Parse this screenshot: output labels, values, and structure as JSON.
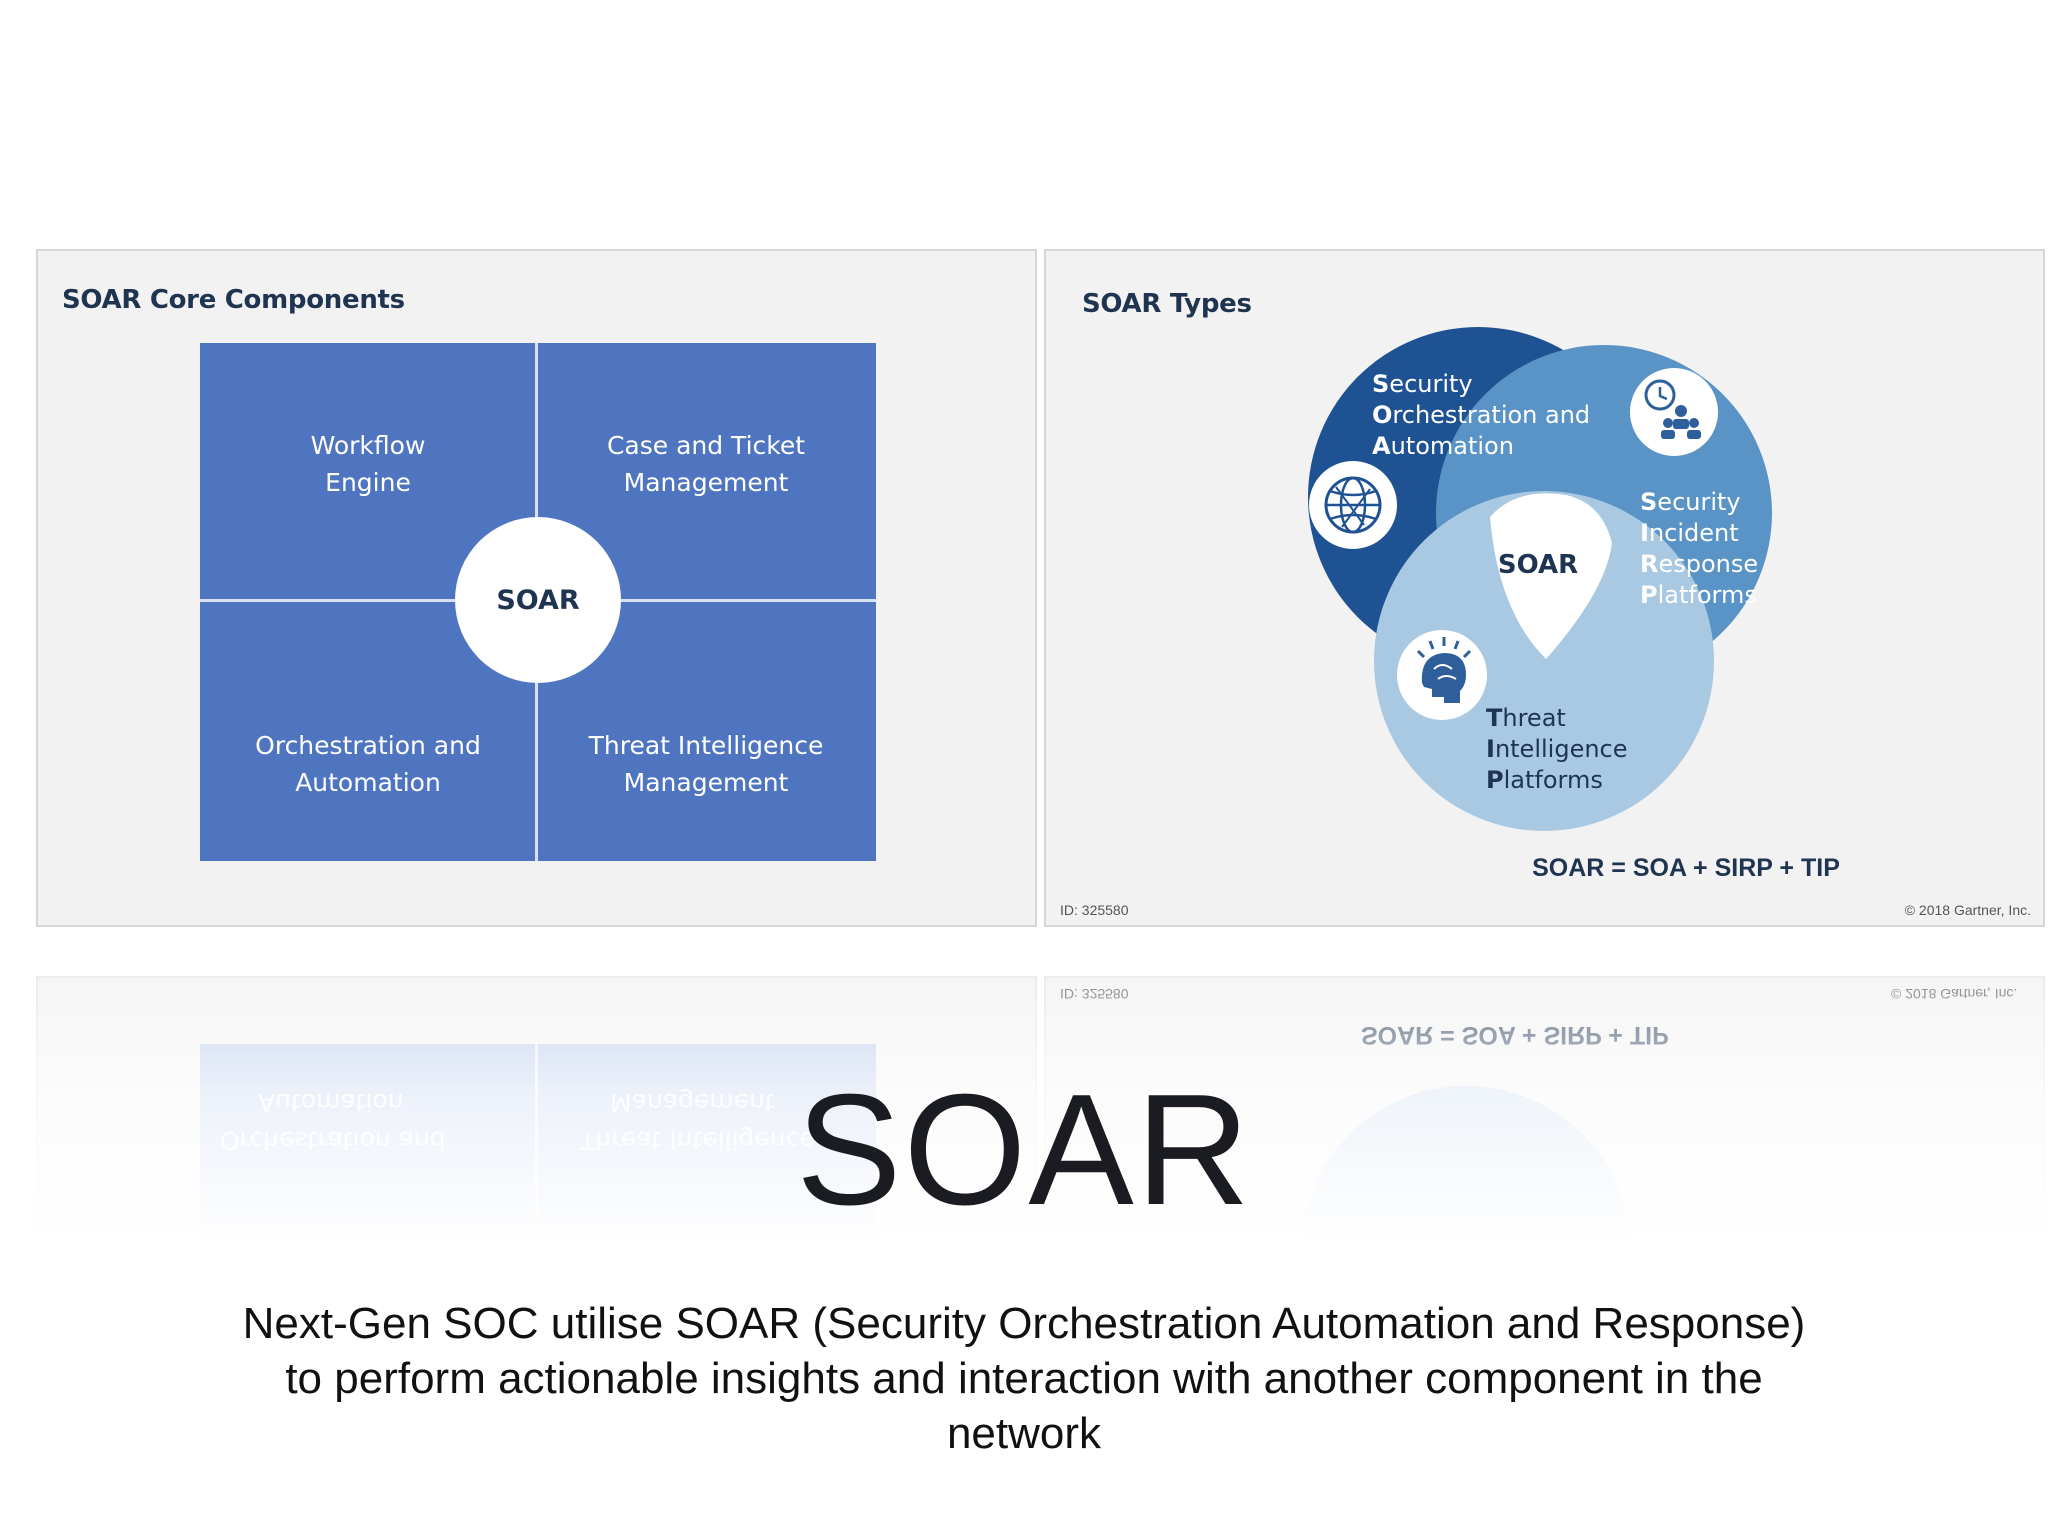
{
  "core_panel": {
    "title": "SOAR Core Components",
    "center": "SOAR",
    "quadrants": [
      {
        "line1": "Workflow",
        "line2": "Engine"
      },
      {
        "line1": "Case and Ticket",
        "line2": "Management"
      },
      {
        "line1": "Orchestration and",
        "line2": "Automation"
      },
      {
        "line1": "Threat Intelligence",
        "line2": "Management"
      }
    ]
  },
  "types_panel": {
    "title": "SOAR Types",
    "center": "SOAR",
    "soa": {
      "first_letters": [
        "S",
        "O",
        "A"
      ],
      "rests": [
        "ecurity",
        "rchestration and",
        "utomation"
      ]
    },
    "sirp": {
      "first_letters": [
        "S",
        "I",
        "R",
        "P"
      ],
      "rests": [
        "ecurity",
        "ncident",
        "esponse",
        "latforms"
      ]
    },
    "tip": {
      "first_letters": [
        "T",
        "I",
        "P"
      ],
      "rests": [
        "hreat",
        "ntelligence",
        "latforms"
      ]
    },
    "equation": "SOAR = SOA + SIRP + TIP",
    "id_text": "ID: 325580",
    "copyright": "© 2018 Gartner, Inc.",
    "icons": [
      "globe-network-icon",
      "clock-team-icon",
      "brain-head-icon"
    ],
    "colors": {
      "soa": "#1e5293",
      "sirp": "#5a94c6",
      "tip": "#a9c8e2",
      "center": "#ffffff"
    }
  },
  "slide": {
    "title": "SOAR",
    "subtitle_lines": [
      "Next-Gen SOC utilise SOAR (Security Orchestration Automation and Response)",
      "to perform actionable insights and interaction with another component in the",
      "network"
    ]
  }
}
